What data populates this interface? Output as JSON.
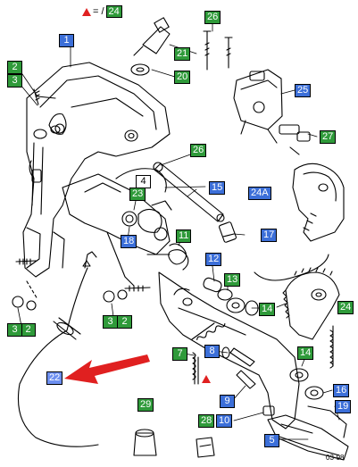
{
  "legend": {
    "symbol": "red-triangle",
    "text": "= /",
    "ref": "24"
  },
  "figure_code": "03-98",
  "callouts": [
    {
      "id": "1",
      "label": "1",
      "style": "blue"
    },
    {
      "id": "2a",
      "label": "2",
      "style": "green"
    },
    {
      "id": "3a",
      "label": "3",
      "style": "green"
    },
    {
      "id": "4",
      "label": "4",
      "style": "white"
    },
    {
      "id": "5",
      "label": "5",
      "style": "blue"
    },
    {
      "id": "7",
      "label": "7",
      "style": "green"
    },
    {
      "id": "8",
      "label": "8",
      "style": "blue"
    },
    {
      "id": "9",
      "label": "9",
      "style": "blue"
    },
    {
      "id": "10",
      "label": "10",
      "style": "blue"
    },
    {
      "id": "11",
      "label": "11",
      "style": "green"
    },
    {
      "id": "12",
      "label": "12",
      "style": "blue"
    },
    {
      "id": "13",
      "label": "13",
      "style": "green"
    },
    {
      "id": "14a",
      "label": "14",
      "style": "green"
    },
    {
      "id": "14b",
      "label": "14",
      "style": "green"
    },
    {
      "id": "15",
      "label": "15",
      "style": "blue"
    },
    {
      "id": "16",
      "label": "16",
      "style": "blue"
    },
    {
      "id": "17",
      "label": "17",
      "style": "blue"
    },
    {
      "id": "18",
      "label": "18",
      "style": "blue"
    },
    {
      "id": "19",
      "label": "19",
      "style": "blue"
    },
    {
      "id": "20",
      "label": "20",
      "style": "green"
    },
    {
      "id": "21",
      "label": "21",
      "style": "green"
    },
    {
      "id": "22",
      "label": "22",
      "style": "highlight"
    },
    {
      "id": "23",
      "label": "23",
      "style": "green"
    },
    {
      "id": "24",
      "label": "24",
      "style": "green"
    },
    {
      "id": "24A",
      "label": "24A",
      "style": "blue"
    },
    {
      "id": "25",
      "label": "25",
      "style": "blue"
    },
    {
      "id": "26a",
      "label": "26",
      "style": "green"
    },
    {
      "id": "26b",
      "label": "26",
      "style": "green"
    },
    {
      "id": "27",
      "label": "27",
      "style": "green"
    },
    {
      "id": "28",
      "label": "28",
      "style": "green"
    },
    {
      "id": "29",
      "label": "29",
      "style": "green"
    },
    {
      "id": "2b",
      "label": "2",
      "style": "green"
    },
    {
      "id": "3b",
      "label": "3",
      "style": "green"
    },
    {
      "id": "2c",
      "label": "2",
      "style": "green"
    },
    {
      "id": "3c",
      "label": "3",
      "style": "green"
    }
  ],
  "colors": {
    "blue": "#3c6fd8",
    "green": "#2f9a3a",
    "highlight": "#6d8ff0",
    "arrow": "#e02020",
    "line": "#000000"
  }
}
